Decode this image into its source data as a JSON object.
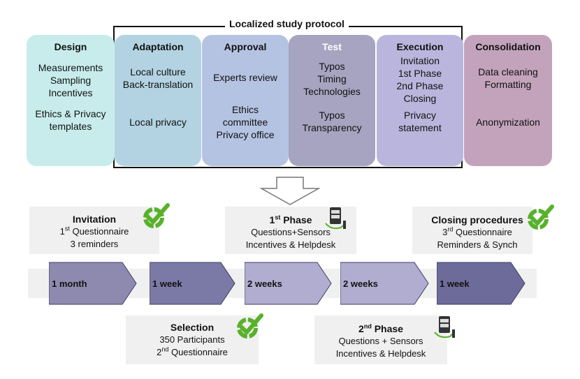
{
  "protocol_label": "Localized study protocol",
  "columns": [
    {
      "title": "Design",
      "lines": [
        "Measurements",
        "Sampling",
        "Incentives",
        "",
        "Ethics & Privacy",
        "templates"
      ],
      "color": "#c8ecec"
    },
    {
      "title": "Adaptation",
      "lines": [
        "Local culture",
        "Back-translation",
        "",
        "",
        "Local privacy"
      ],
      "color": "#b3d3e2"
    },
    {
      "title": "Approval",
      "lines": [
        "Experts review",
        "",
        "Ethics",
        "committee",
        "Privacy office"
      ],
      "color": "#b4c3e2"
    },
    {
      "title": "Test",
      "lines": [
        "Typos",
        "Timing",
        "Technologies",
        "",
        "Typos",
        "Transparency"
      ],
      "color": "#a6a4c0",
      "title_color": "#ffffff"
    },
    {
      "title": "Execution",
      "lines": [
        "Invitation",
        "1st Phase",
        "2nd Phase",
        "Closing",
        "",
        "Privacy",
        "statement"
      ],
      "color": "#bab5dc"
    },
    {
      "title": "Consolidation",
      "lines": [
        "Data cleaning",
        "Formatting",
        "",
        "",
        "Anonymization"
      ],
      "color": "#c3a3bb"
    }
  ],
  "timeline": [
    {
      "label": "1 month",
      "color": "#8e8aaf"
    },
    {
      "label": "1 week",
      "color": "#7b7aa6"
    },
    {
      "label": "2 weeks",
      "color": "#b0add0"
    },
    {
      "label": "2 weeks",
      "color": "#b0add0"
    },
    {
      "label": "1 week",
      "color": "#6d6b99"
    }
  ],
  "cards": {
    "invitation": {
      "title": "Invitation",
      "l1_pre": "1",
      "l1_sup": "st",
      "l1_post": " Questionnaire",
      "l2": "3 reminders"
    },
    "first_phase": {
      "title_pre": "1",
      "title_sup": "st",
      "title_post": " Phase",
      "l1": "Questions+Sensors",
      "l2": "Incentives & Helpdesk"
    },
    "closing": {
      "title": "Closing procedures",
      "l1_pre": "3",
      "l1_sup": "rd",
      "l1_post": " Questionnaire",
      "l2": "Reminders & Synch"
    },
    "selection": {
      "title": "Selection",
      "l1": "350 Participants",
      "l2_pre": "2",
      "l2_sup": "nd",
      "l2_post": " Questionnaire"
    },
    "second_phase": {
      "title_pre": "2",
      "title_sup": "nd",
      "title_post": " Phase",
      "l1": "Questions + Sensors",
      "l2": "Incentives & Helpdesk"
    }
  },
  "icons": {
    "check": "check-cycle-icon",
    "device": "phone-hand-icon"
  },
  "colors": {
    "check_green": "#58b12b",
    "lane": "#f0f0f0"
  }
}
